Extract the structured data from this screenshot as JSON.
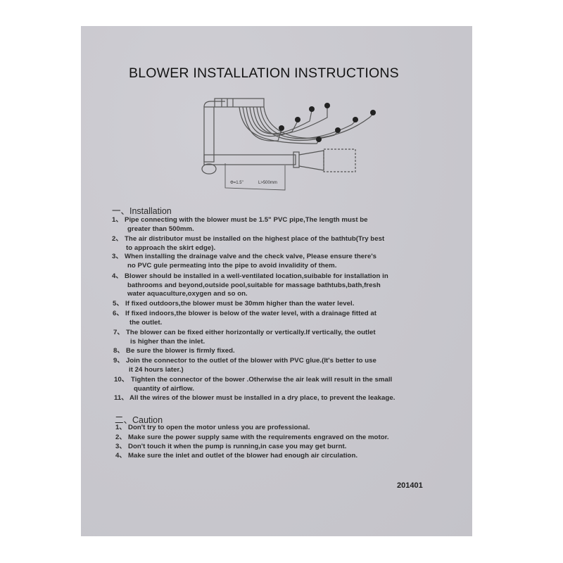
{
  "document": {
    "title": "BLOWER INSTALLATION INSTRUCTIONS",
    "diagram": {
      "label_diameter": "Φ=1.5\"",
      "label_length": "L>500mm"
    },
    "sections": [
      {
        "heading": "一、Installation",
        "items": [
          {
            "num": "1、",
            "lines": [
              "Pipe connecting with the blower must be 1.5\" PVC pipe,The length must be",
              "greater than 500mm."
            ]
          },
          {
            "num": "2、",
            "lines": [
              "The air distributor must be installed on the highest place of the bathtub(Try best",
              "to approach the skirt edge)."
            ]
          },
          {
            "num": "3、",
            "lines": [
              "When installing the drainage valve and the check valve, Please ensure there's",
              "no PVC  gule permeating into the pipe to avoid invalidity of them."
            ]
          },
          {
            "num": "4、",
            "lines": [
              "Blower should be installed in a well-ventilated location,suibable for installation in",
              "bathrooms and beyond,outside pool,suitable for massage bathtubs,bath,fresh",
              "water aquaculture,oxygen and so on."
            ]
          },
          {
            "num": "5、",
            "lines": [
              "If fixed outdoors,the blower must be 30mm higher than the water level."
            ]
          },
          {
            "num": "6、",
            "lines": [
              "If fixed indoors,the blower is below of the water level, with a drainage fitted at",
              "the outlet."
            ]
          },
          {
            "num": "7、",
            "lines": [
              "The blower can be fixed either horizontally or vertically.If vertically, the  outlet",
              "is higher than the inlet."
            ]
          },
          {
            "num": "8、",
            "lines": [
              "Be sure the blower is firmly fixed."
            ]
          },
          {
            "num": "9、",
            "lines": [
              "Join the connector to the outlet of the blower with PVC glue.(It's better to use",
              "it 24 hours later.)"
            ]
          },
          {
            "num": "10、",
            "lines": [
              "Tighten the connector of the bower .Otherwise the air leak will result in the small",
              "quantity of airflow."
            ]
          },
          {
            "num": "11、",
            "lines": [
              "All the wires of the blower must be installed in a dry place, to prevent the leakage."
            ]
          }
        ]
      },
      {
        "heading": "二、Caution",
        "items": [
          {
            "num": "1、",
            "lines": [
              "Don't try to open the motor unless you are professional."
            ]
          },
          {
            "num": "2、",
            "lines": [
              "Make sure the power supply same with the requirements engraved on the motor."
            ]
          },
          {
            "num": "3、",
            "lines": [
              "Don't touch it when the pump is running,in case you may get burnt."
            ]
          },
          {
            "num": "4、",
            "lines": [
              "Make sure the inlet and outlet of the blower had enough air circulation."
            ]
          }
        ]
      }
    ],
    "code": "201401"
  }
}
